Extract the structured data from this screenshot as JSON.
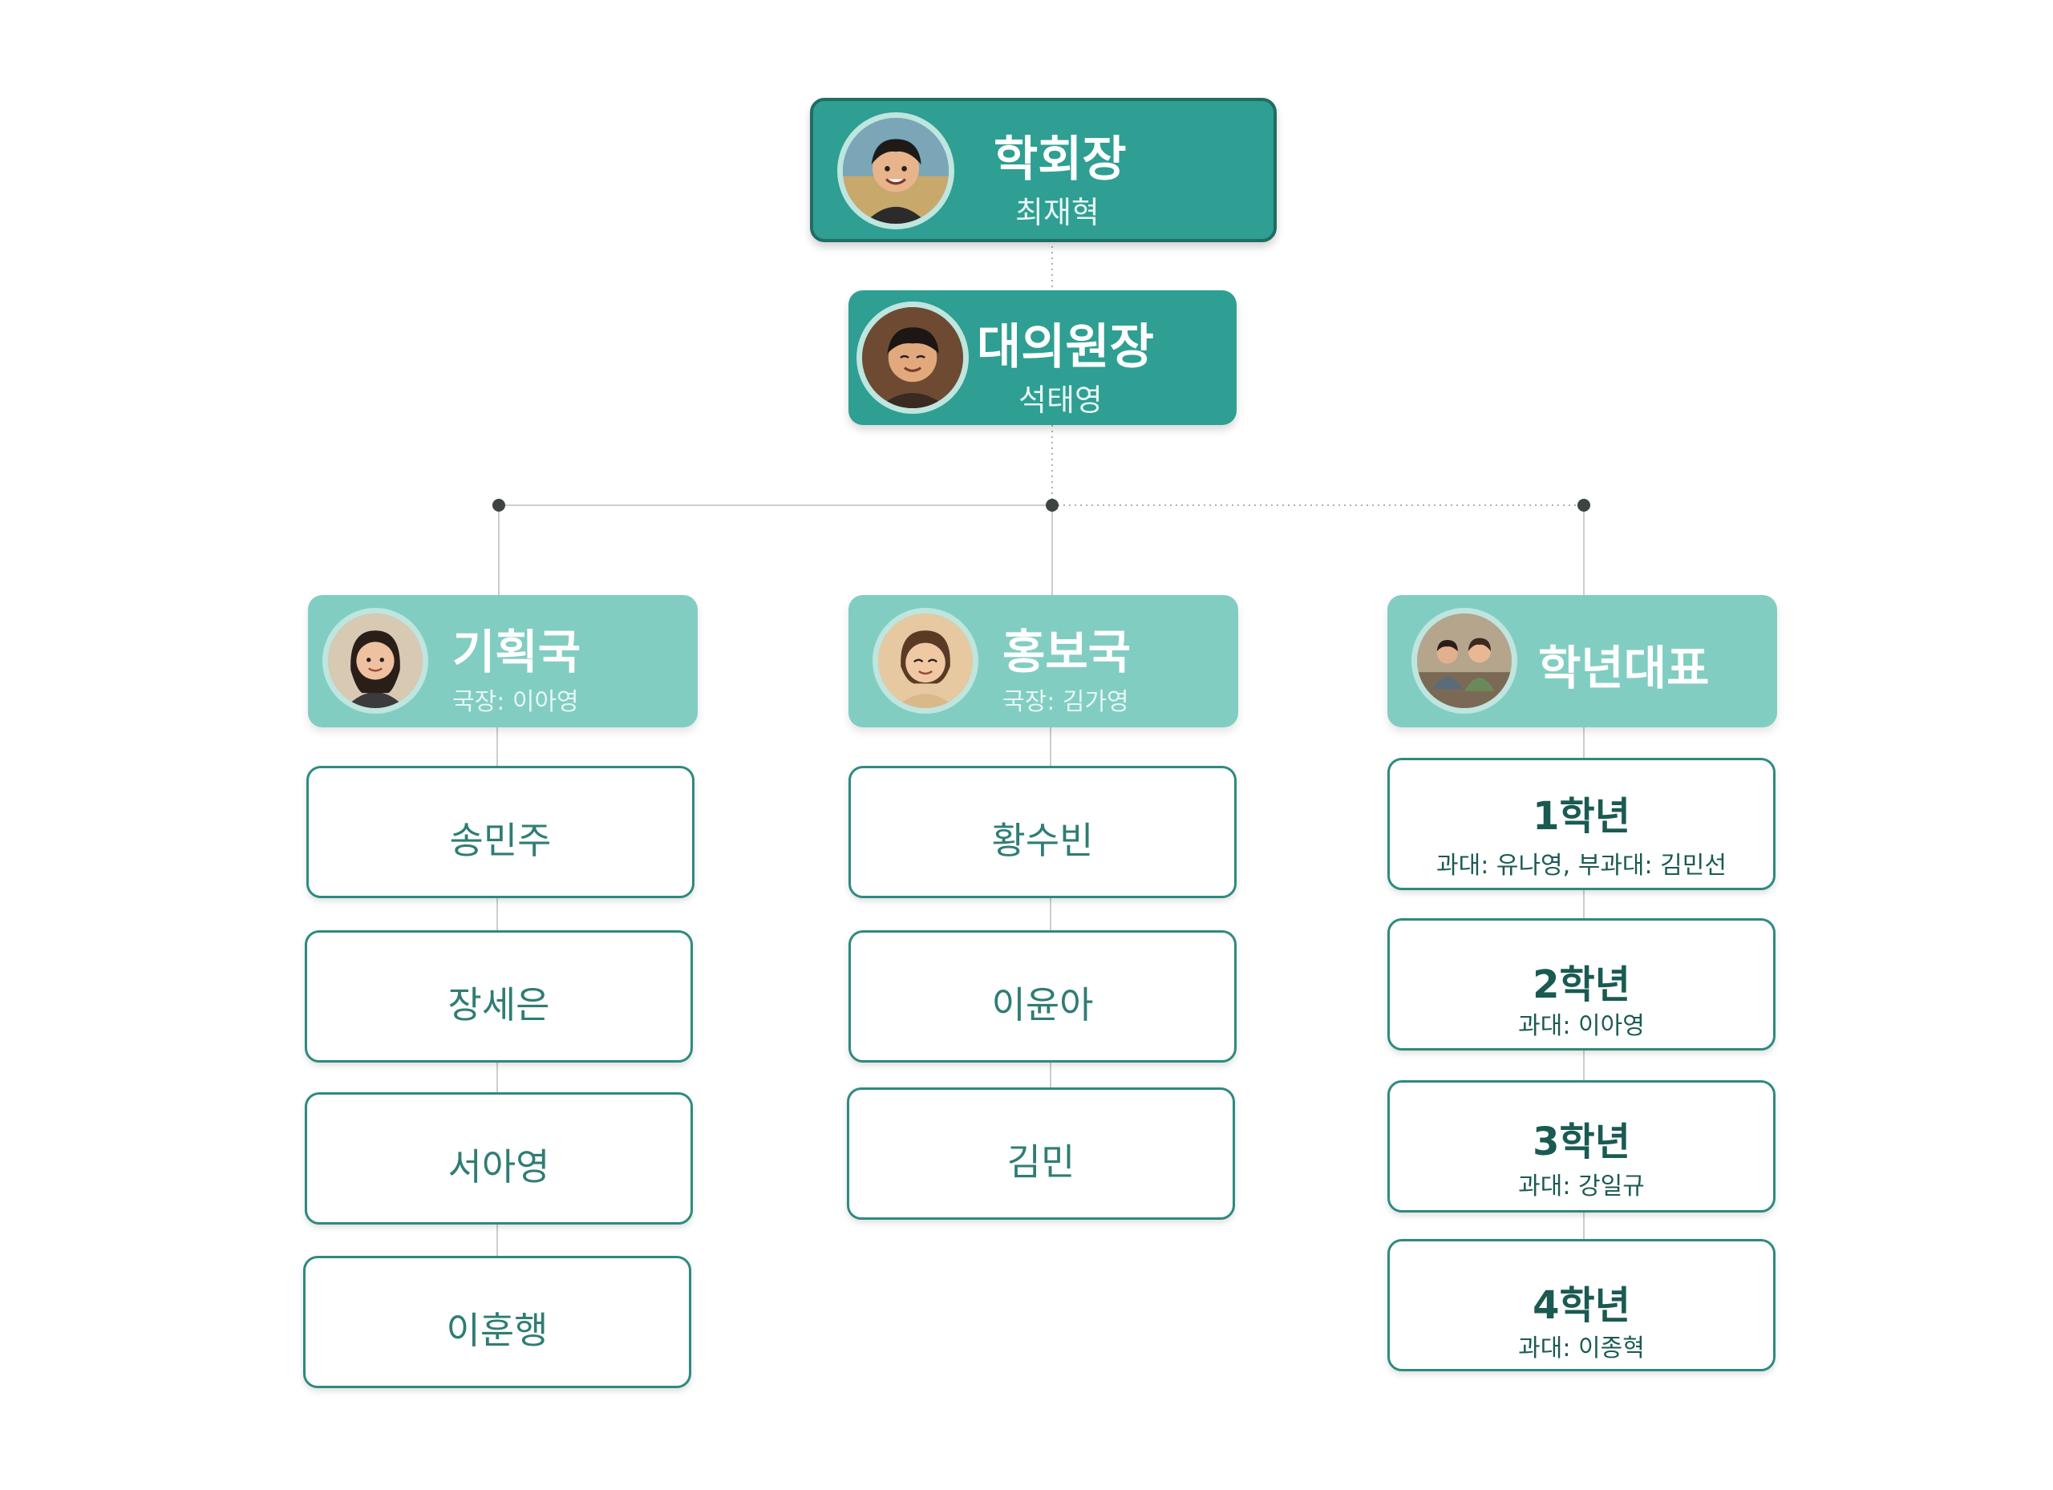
{
  "top": {
    "title": "학회장",
    "name": "최재혁",
    "avatar_icon": "boy-portrait-icon"
  },
  "second": {
    "title": "대의원장",
    "name": "석태영",
    "avatar_icon": "boy-portrait-icon"
  },
  "departments": [
    {
      "title": "기획국",
      "head": "국장: 이아영",
      "avatar_icon": "girl-portrait-icon",
      "members": [
        "송민주",
        "장세은",
        "서아영",
        "이훈행"
      ]
    },
    {
      "title": "홍보국",
      "head": "국장: 김가영",
      "avatar_icon": "girl-portrait-icon",
      "members": [
        "황수빈",
        "이윤아",
        "김민"
      ]
    },
    {
      "title": "학년대표",
      "avatar_icon": "group-portrait-icon",
      "grades": [
        {
          "title": "1학년",
          "reps": "과대: 유나영, 부과대: 김민선"
        },
        {
          "title": "2학년",
          "reps": "과대: 이아영"
        },
        {
          "title": "3학년",
          "reps": "과대: 강일규"
        },
        {
          "title": "4학년",
          "reps": "과대: 이종혁"
        }
      ]
    }
  ],
  "colors": {
    "top_fill": "#2e9f92",
    "dept_fill": "#82cdc2",
    "member_border": "#2e8a80",
    "member_text": "#2f7d74"
  }
}
